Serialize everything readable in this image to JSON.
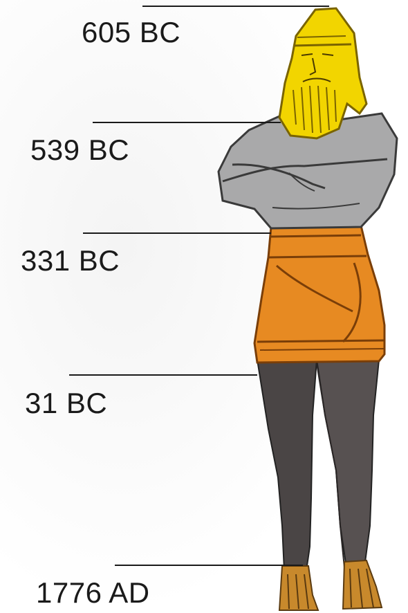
{
  "diagram": {
    "eras": [
      {
        "label": "605 BC",
        "color": "#f2d500"
      },
      {
        "label": "539 BC",
        "color": "#a9a9aa"
      },
      {
        "label": "331 BC",
        "color": "#e78a22"
      },
      {
        "label": "31 BC",
        "color": "#4a4545"
      },
      {
        "label": "1776 AD",
        "color": "#c8892c"
      }
    ]
  }
}
